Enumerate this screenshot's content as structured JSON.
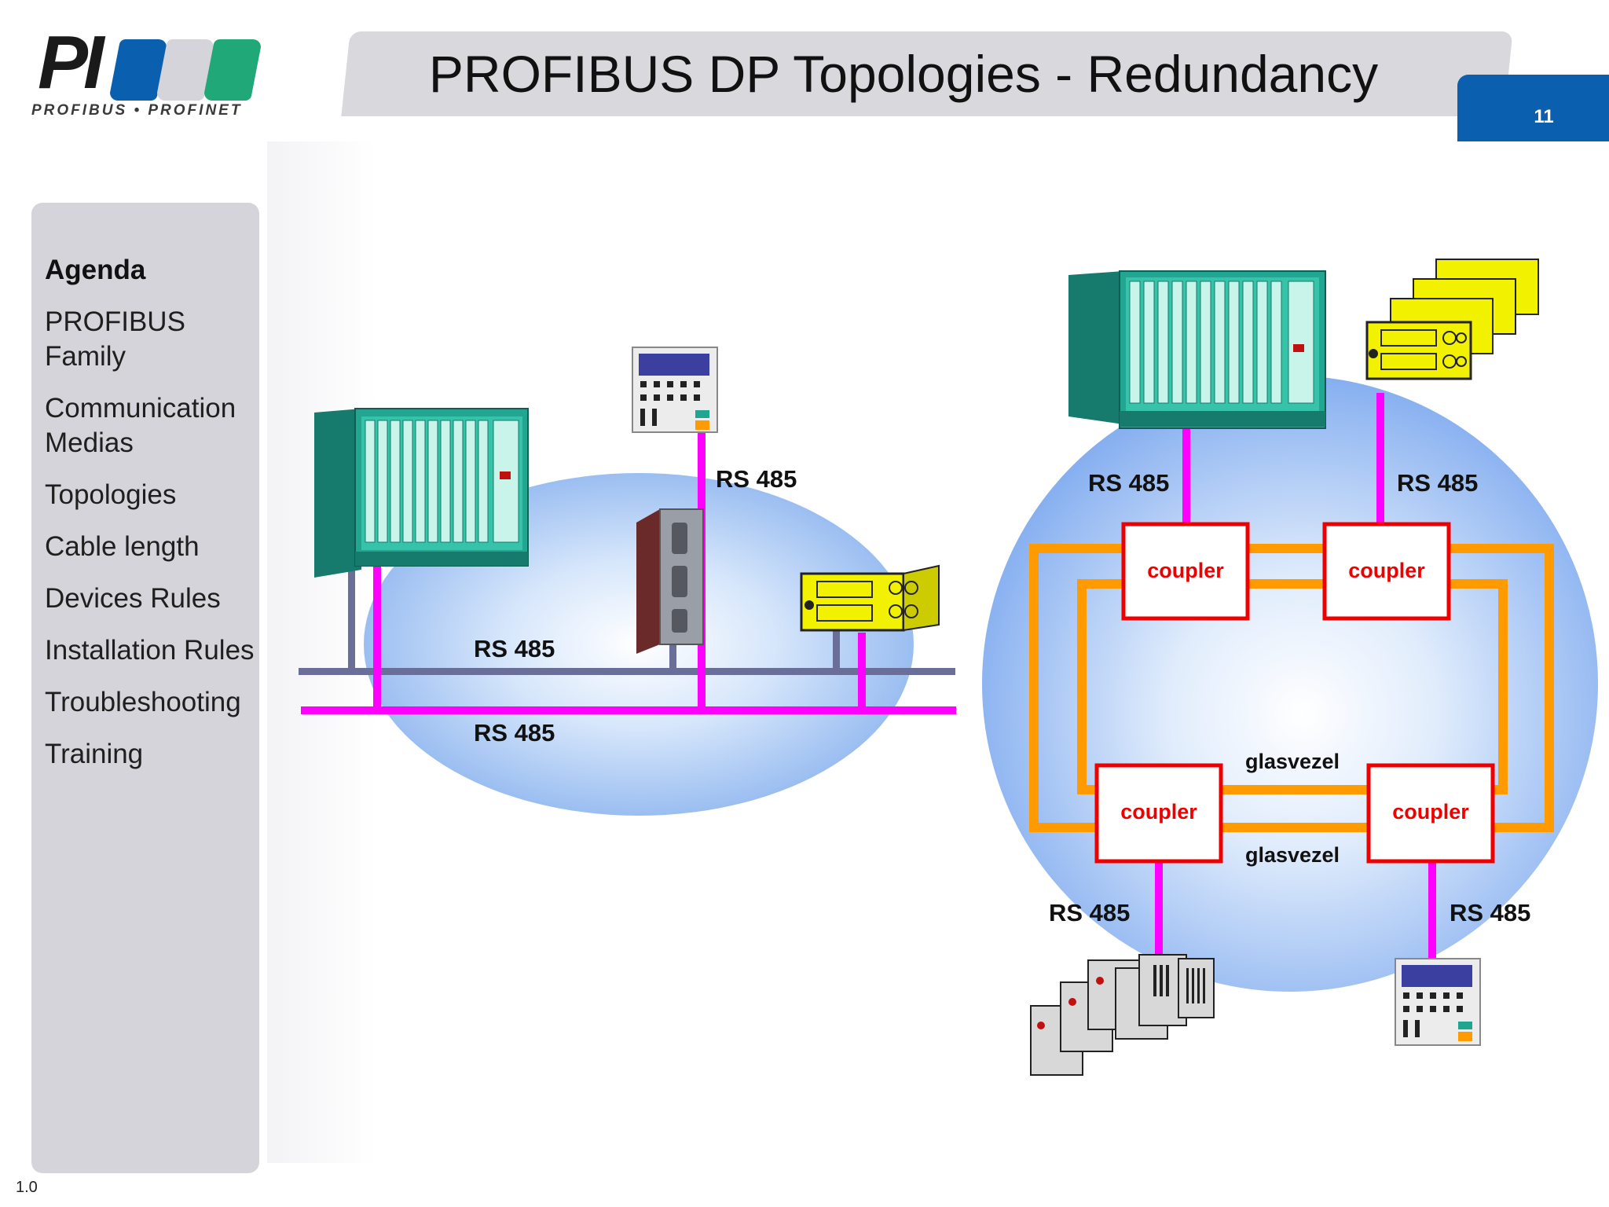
{
  "logo": {
    "mark": "PI",
    "subtitle": "PROFIBUS • PROFINET",
    "colors": [
      "#0a5fae",
      "#d4d4da",
      "#20a878"
    ]
  },
  "header": {
    "title": "PROFIBUS DP Topologies - Redundancy",
    "page_number": "11"
  },
  "agenda": {
    "heading": "Agenda",
    "items": [
      "PROFIBUS Family",
      "Communication Medias",
      "Topologies",
      "Cable length",
      "Devices Rules",
      "Installation Rules",
      "Troubleshooting",
      "Training"
    ]
  },
  "diagram": {
    "left": {
      "label_rs485_top": "RS 485",
      "label_rs485_mid": "RS 485",
      "label_rs485_bottom": "RS 485"
    },
    "right": {
      "label_rs485_top_left": "RS 485",
      "label_rs485_top_right": "RS 485",
      "label_rs485_bottom_left": "RS 485",
      "label_rs485_bottom_right": "RS 485",
      "coupler_label": "coupler",
      "fiber_label_top": "glasvezel",
      "fiber_label_bottom": "glasvezel"
    },
    "colors": {
      "rs485_line": "#ff00ff",
      "bus_line": "#6a6f9a",
      "fiber_ring": "#ff9a00",
      "coupler_border": "#ee0000",
      "plc_green": "#1f9a88",
      "io_yellow": "#f2f200"
    },
    "icons": [
      "plc-rack-icon",
      "operator-panel-icon",
      "repeater-icon",
      "io-module-icon",
      "io-stack-icon",
      "modular-io-icon"
    ]
  },
  "footer": {
    "version": "1.0"
  }
}
